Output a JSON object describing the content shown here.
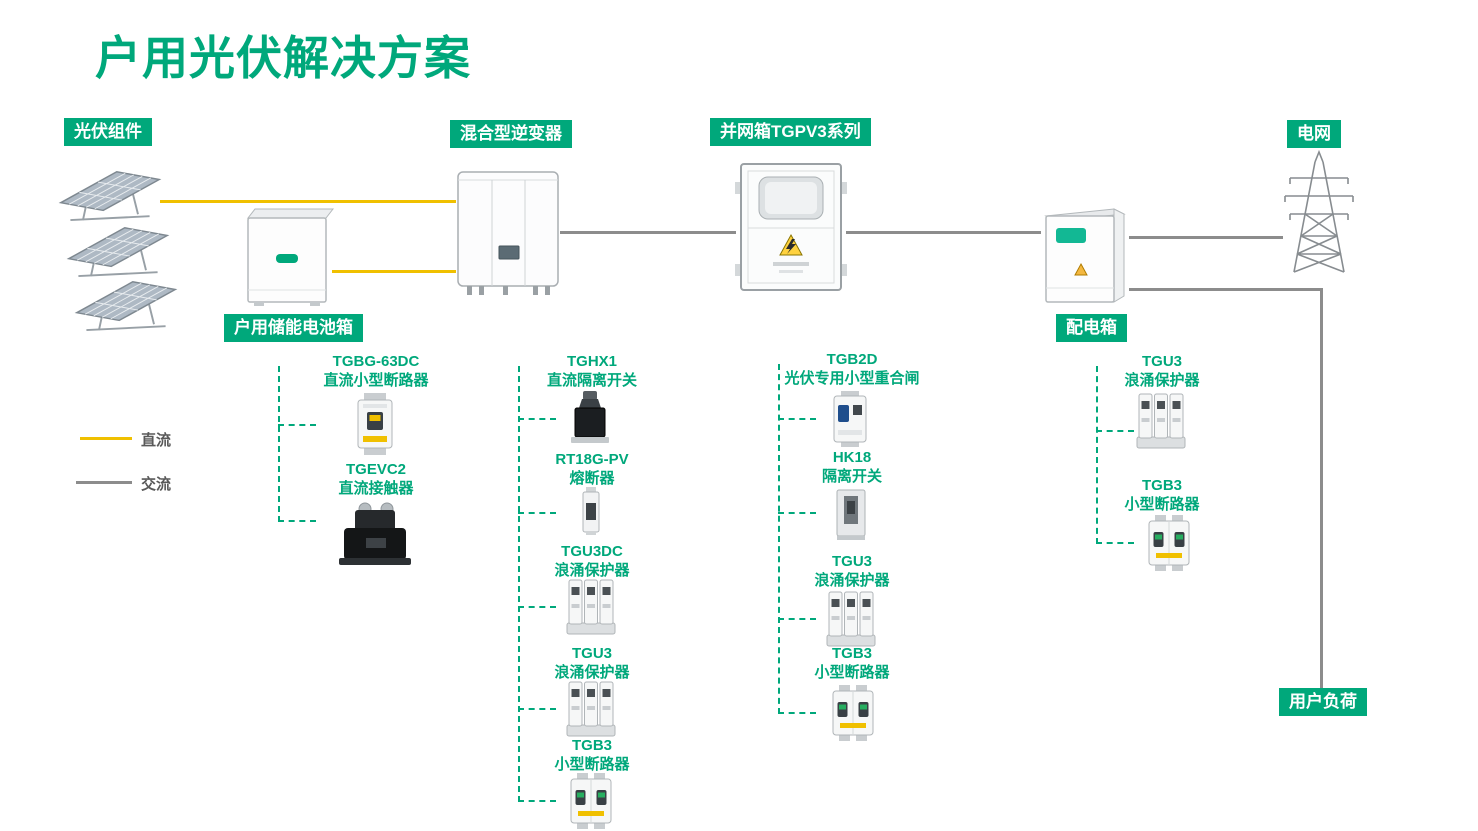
{
  "title": "户用光伏解决方案",
  "colors": {
    "brand_green": "#00A87B",
    "dc_line_yellow": "#F0C000",
    "ac_line_gray": "#8C8C8C"
  },
  "stations": {
    "pv": {
      "label": "光伏组件",
      "icon": "solar-panel-array-icon"
    },
    "battery": {
      "label": "户用储能电池箱",
      "icon": "battery-cabinet-icon"
    },
    "inverter": {
      "label": "混合型逆变器",
      "icon": "inverter-cabinet-icon"
    },
    "grid_box": {
      "label": "并网箱TGPV3系列",
      "icon": "grid-connection-box-icon"
    },
    "grid": {
      "label": "电网",
      "icon": "transmission-tower-icon"
    },
    "distribution": {
      "label": "配电箱",
      "icon": "distribution-box-icon"
    },
    "load": {
      "label": "用户负荷"
    }
  },
  "legend": {
    "dc_label": "直流",
    "ac_label": "交流"
  },
  "components": {
    "battery": [
      {
        "model": "TGBG-63DC",
        "name": "直流小型断路器",
        "icon": "breaker-1p-icon"
      },
      {
        "model": "TGEVC2",
        "name": "直流接触器",
        "icon": "contactor-icon"
      }
    ],
    "inverter": [
      {
        "model": "TGHX1",
        "name": "直流隔离开关",
        "icon": "dc-isolator-icon"
      },
      {
        "model": "RT18G-PV",
        "name": "熔断器",
        "icon": "fuse-icon"
      },
      {
        "model": "TGU3DC",
        "name": "浪涌保护器",
        "icon": "surge-protector-icon"
      },
      {
        "model": "TGU3",
        "name": "浪涌保护器",
        "icon": "surge-protector-icon"
      },
      {
        "model": "TGB3",
        "name": "小型断路器",
        "icon": "breaker-2p-icon"
      }
    ],
    "grid_box": [
      {
        "model": "TGB2D",
        "name": "光伏专用小型重合闸",
        "icon": "recloser-icon"
      },
      {
        "model": "HK18",
        "name": "隔离开关",
        "icon": "knife-switch-icon"
      },
      {
        "model": "TGU3",
        "name": "浪涌保护器",
        "icon": "surge-protector-icon"
      },
      {
        "model": "TGB3",
        "name": "小型断路器",
        "icon": "breaker-2p-icon"
      }
    ],
    "distribution": [
      {
        "model": "TGU3",
        "name": "浪涌保护器",
        "icon": "surge-protector-icon"
      },
      {
        "model": "TGB3",
        "name": "小型断路器",
        "icon": "breaker-2p-icon"
      }
    ]
  }
}
